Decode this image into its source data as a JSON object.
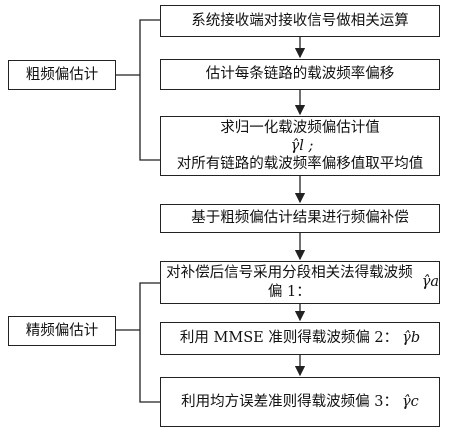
{
  "groups": {
    "coarse": "粗频偏估计",
    "fine": "精频偏估计"
  },
  "steps": {
    "s1": "系统接收端对接收信号做相关运算",
    "s2": "估计每条链路的载波频率偏移",
    "s3_line1": "求归一化载波频偏估计值",
    "s3_sym": "γ̂l ;",
    "s3_line2": "对所有链路的载波频率偏移值取平均值",
    "s4": "基于粗频偏估计结果进行频偏补偿",
    "s5": "对补偿后信号采用分段相关法得载波频偏 1：",
    "s5_sym": "γ̂a",
    "s6": "利用 MMSE 准则得载波频偏 2：",
    "s6_sym": "γ̂b",
    "s7": "利用均方误差准则得载波频偏 3：",
    "s7_sym": "γ̂c"
  }
}
